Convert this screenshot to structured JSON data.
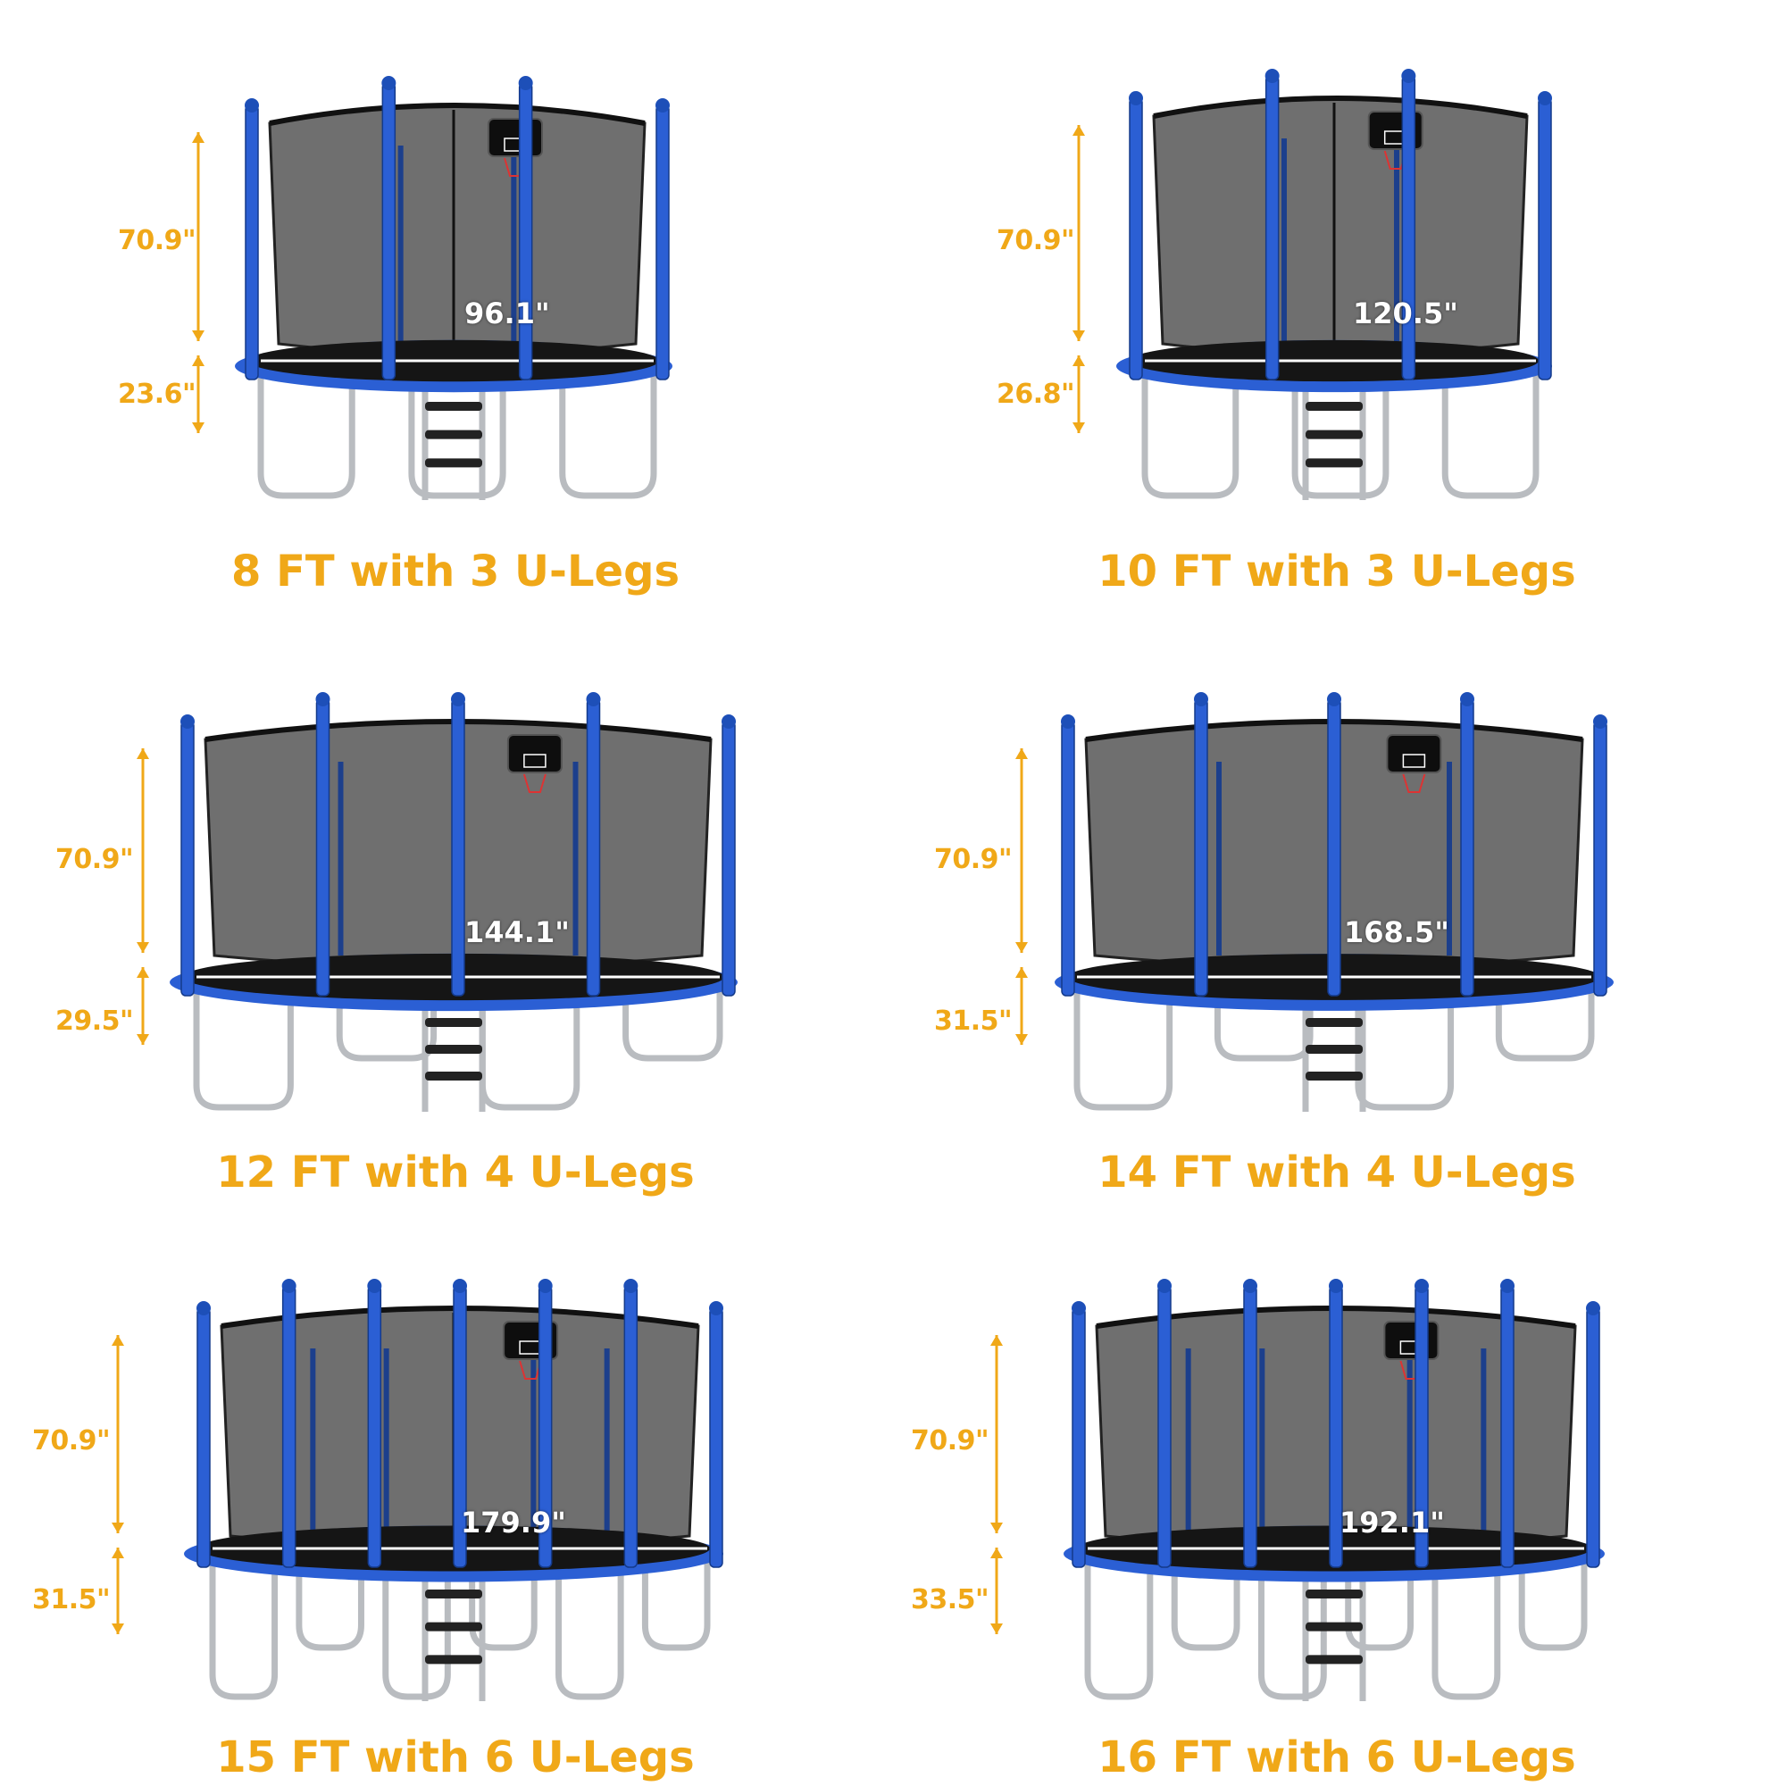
{
  "colors": {
    "accent": "#f0a818",
    "frame_blue": "#2b5fd4",
    "net": "#6f6f6f",
    "steel": "#b9bcc0"
  },
  "models": [
    {
      "caption": "8 FT with 3 U-Legs",
      "net_height": "70.9\"",
      "jump_height": "23.6\"",
      "diameter": "96.1\"",
      "u_legs": 3,
      "poles": 6
    },
    {
      "caption": "10 FT with 3 U-Legs",
      "net_height": "70.9\"",
      "jump_height": "26.8\"",
      "diameter": "120.5\"",
      "u_legs": 3,
      "poles": 6
    },
    {
      "caption": "12 FT with 4 U-Legs",
      "net_height": "70.9\"",
      "jump_height": "29.5\"",
      "diameter": "144.1\"",
      "u_legs": 4,
      "poles": 8
    },
    {
      "caption": "14 FT with 4 U-Legs",
      "net_height": "70.9\"",
      "jump_height": "31.5\"",
      "diameter": "168.5\"",
      "u_legs": 4,
      "poles": 8
    },
    {
      "caption": "15 FT with 6 U-Legs",
      "net_height": "70.9\"",
      "jump_height": "31.5\"",
      "diameter": "179.9\"",
      "u_legs": 6,
      "poles": 12
    },
    {
      "caption": "16 FT with 6 U-Legs",
      "net_height": "70.9\"",
      "jump_height": "33.5\"",
      "diameter": "192.1\"",
      "u_legs": 6,
      "poles": 12
    }
  ]
}
